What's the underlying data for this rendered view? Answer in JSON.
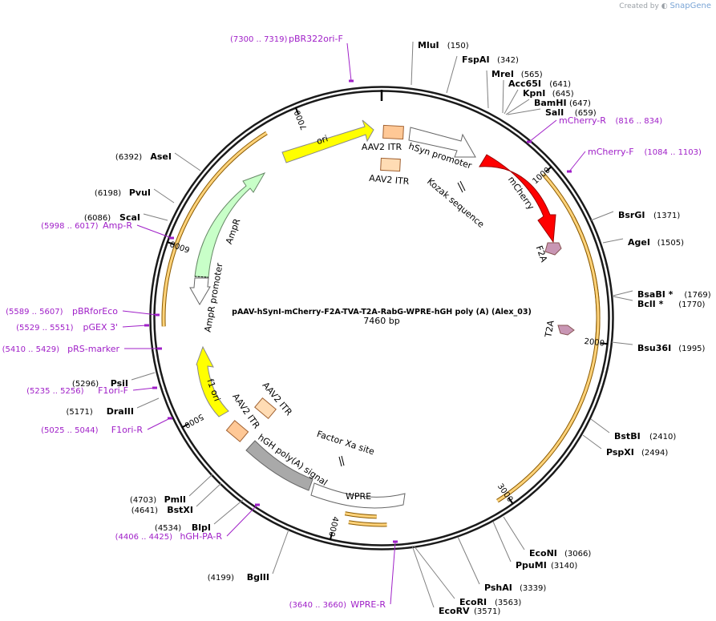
{
  "watermark": {
    "created_by": "Created by",
    "brand": "SnapGene"
  },
  "plasmid": {
    "name": "pAAV-hSynI-mCherry-F2A-TVA-T2A-RabG-WPRE-hGH poly (A) (Alex_03)",
    "length": "7460 bp",
    "length_bp": 7460
  },
  "ticks": [
    {
      "label": "1000",
      "bp": 1000
    },
    {
      "label": "2000",
      "bp": 2000
    },
    {
      "label": "3000",
      "bp": 3000
    },
    {
      "label": "4000",
      "bp": 4000
    },
    {
      "label": "5000",
      "bp": 5000
    },
    {
      "label": "6000",
      "bp": 6000
    },
    {
      "label": "7000",
      "bp": 7000
    }
  ],
  "sites": [
    {
      "name": "MluI",
      "pos": "(150)"
    },
    {
      "name": "FspAI",
      "pos": "(342)"
    },
    {
      "name": "MreI",
      "pos": "(565)"
    },
    {
      "name": "Acc65I",
      "pos": "(641)"
    },
    {
      "name": "KpnI",
      "pos": "(645)"
    },
    {
      "name": "BamHI",
      "pos": "(647)"
    },
    {
      "name": "SalI",
      "pos": "(659)"
    },
    {
      "name": "BsrGI",
      "pos": "(1371)"
    },
    {
      "name": "AgeI",
      "pos": "(1505)"
    },
    {
      "name": "BsaBI *",
      "pos": "(1769)"
    },
    {
      "name": "BclI *",
      "pos": "(1770)"
    },
    {
      "name": "Bsu36I",
      "pos": "(1995)"
    },
    {
      "name": "BstBI",
      "pos": "(2410)"
    },
    {
      "name": "PspXI",
      "pos": "(2494)"
    },
    {
      "name": "EcoNI",
      "pos": "(3066)"
    },
    {
      "name": "PpuMI",
      "pos": "(3140)"
    },
    {
      "name": "PshAI",
      "pos": "(3339)"
    },
    {
      "name": "EcoRI",
      "pos": "(3563)"
    },
    {
      "name": "EcoRV",
      "pos": "(3571)"
    },
    {
      "name": "BglII",
      "pos": "(4199)"
    },
    {
      "name": "BlpI",
      "pos": "(4534)"
    },
    {
      "name": "BstXI",
      "pos": "(4641)"
    },
    {
      "name": "PmlI",
      "pos": "(4703)"
    },
    {
      "name": "DraIII",
      "pos": "(5171)"
    },
    {
      "name": "PsiI",
      "pos": "(5296)"
    },
    {
      "name": "ScaI",
      "pos": "(6086)"
    },
    {
      "name": "PvuI",
      "pos": "(6198)"
    },
    {
      "name": "AseI",
      "pos": "(6392)"
    }
  ],
  "primers": [
    {
      "name": "pBR322ori-F",
      "range": "(7300 .. 7319)"
    },
    {
      "name": "mCherry-R",
      "range": "(816 .. 834)"
    },
    {
      "name": "mCherry-F",
      "range": "(1084 .. 1103)"
    },
    {
      "name": "Amp-R",
      "range": "(5998 .. 6017)"
    },
    {
      "name": "pBRforEco",
      "range": "(5589 .. 5607)"
    },
    {
      "name": "pGEX 3'",
      "range": "(5529 .. 5551)"
    },
    {
      "name": "pRS-marker",
      "range": "(5410 .. 5429)"
    },
    {
      "name": "F1ori-F",
      "range": "(5235 .. 5256)"
    },
    {
      "name": "F1ori-R",
      "range": "(5025 .. 5044)"
    },
    {
      "name": "hGH-PA-R",
      "range": "(4406 .. 4425)"
    },
    {
      "name": "WPRE-R",
      "range": "(3640 .. 3660)"
    }
  ],
  "features": [
    {
      "name": "ori",
      "color": "#ffff00"
    },
    {
      "name": "AAV2 ITR",
      "color": "#ffc896"
    },
    {
      "name": "AAV2 ITR",
      "color": "#ffdcb4"
    },
    {
      "name": "hSyn promoter",
      "color": "#ffffff"
    },
    {
      "name": "Kozak sequence",
      "color": "#000000"
    },
    {
      "name": "mCherry",
      "color": "#ff0000"
    },
    {
      "name": "F2A",
      "color": "#c896b4"
    },
    {
      "name": "T2A",
      "color": "#c896b4"
    },
    {
      "name": "AmpR",
      "color": "#c8ffc8"
    },
    {
      "name": "AmpR promoter",
      "color": "#ffffff"
    },
    {
      "name": "f1 ori",
      "color": "#ffff00"
    },
    {
      "name": "AAV2 ITR",
      "color": "#ffdcb4"
    },
    {
      "name": "AAV2 ITR",
      "color": "#ffc896"
    },
    {
      "name": "hGH poly(A) signal",
      "color": "#a9a9a9"
    },
    {
      "name": "Factor Xa site",
      "color": "#000000"
    },
    {
      "name": "WPRE",
      "color": "#ffffff"
    }
  ],
  "colors": {
    "backbone": "#1a1a1a",
    "primer": "#a020c8",
    "orf_arc": "#f5a623",
    "orf_arc_outline": "#8a5a00"
  }
}
